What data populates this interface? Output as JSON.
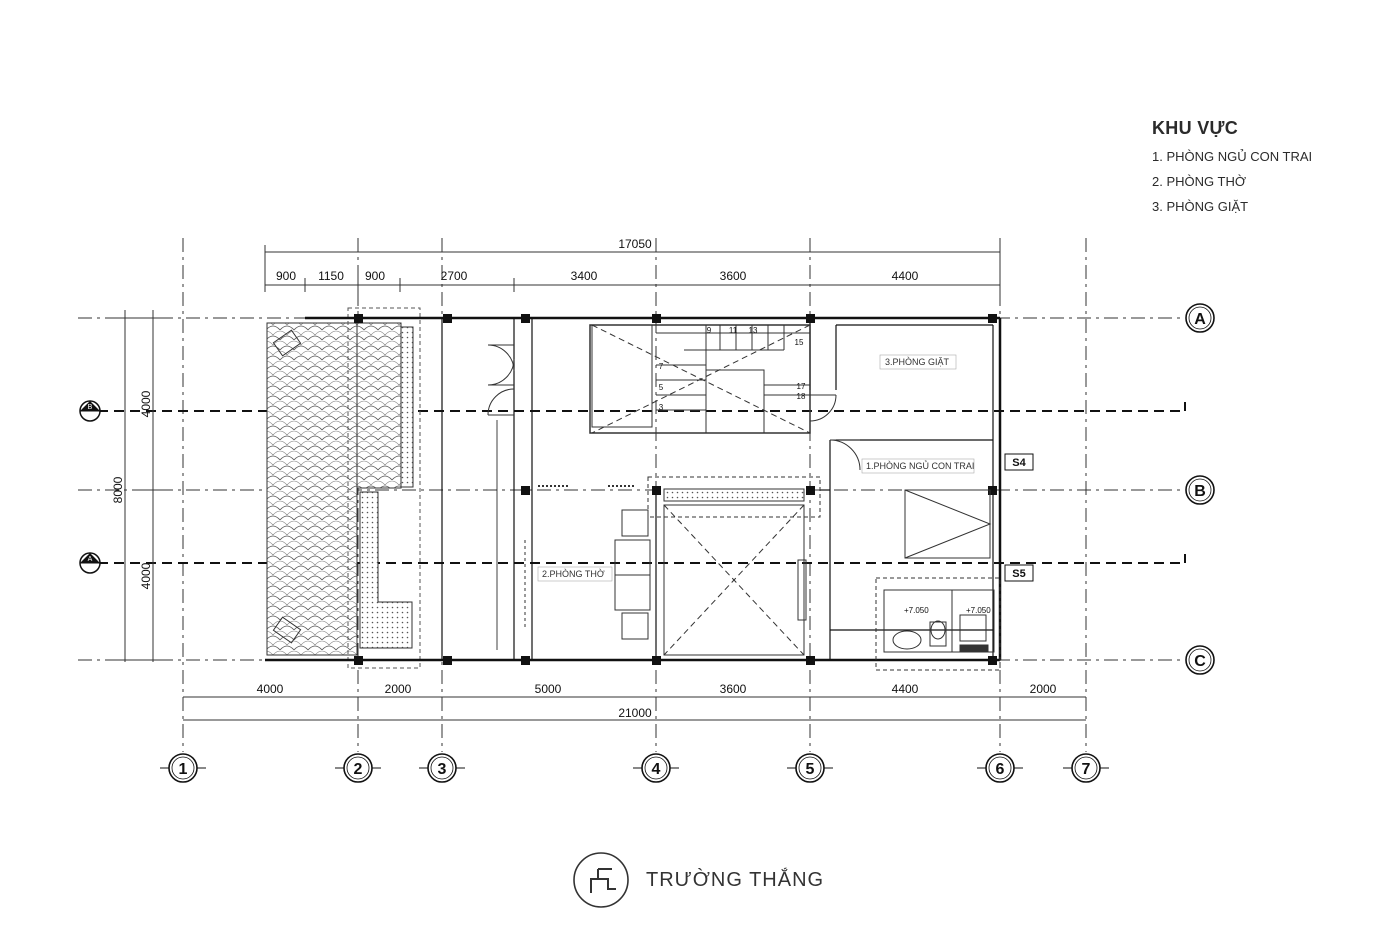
{
  "legend": {
    "title": "KHU VỰC",
    "items": [
      "1. PHÒNG NGỦ CON TRAI",
      "2. PHÒNG THỜ",
      "3. PHÒNG GIẶT"
    ]
  },
  "brand": {
    "name": "TRƯỜNG THẮNG"
  },
  "dimensions": {
    "total_top": "17050",
    "top": [
      "900",
      "1150",
      "900",
      "2700",
      "3400",
      "3600",
      "4400"
    ],
    "bottom": [
      "4000",
      "2000",
      "5000",
      "3600",
      "4400",
      "2000"
    ],
    "total_bottom": "21000",
    "left_total": "8000",
    "left": [
      "4000",
      "4000"
    ]
  },
  "grid": {
    "columns": [
      "1",
      "2",
      "3",
      "4",
      "5",
      "6",
      "7"
    ],
    "rows": [
      "A",
      "B",
      "C"
    ]
  },
  "rooms": {
    "laundry": "3.PHÒNG GIẶT",
    "bedroom": "1.PHÒNG NGỦ CON TRAI",
    "worship": "2.PHÒNG THỜ"
  },
  "stairs": [
    "9",
    "11",
    "13",
    "15",
    "7",
    "5",
    "3",
    "17",
    "18"
  ],
  "tags": {
    "s4": "S4",
    "s5": "S5"
  },
  "levels": [
    "+7.050",
    "+7.050"
  ],
  "section_marks": [
    "B",
    "A"
  ]
}
